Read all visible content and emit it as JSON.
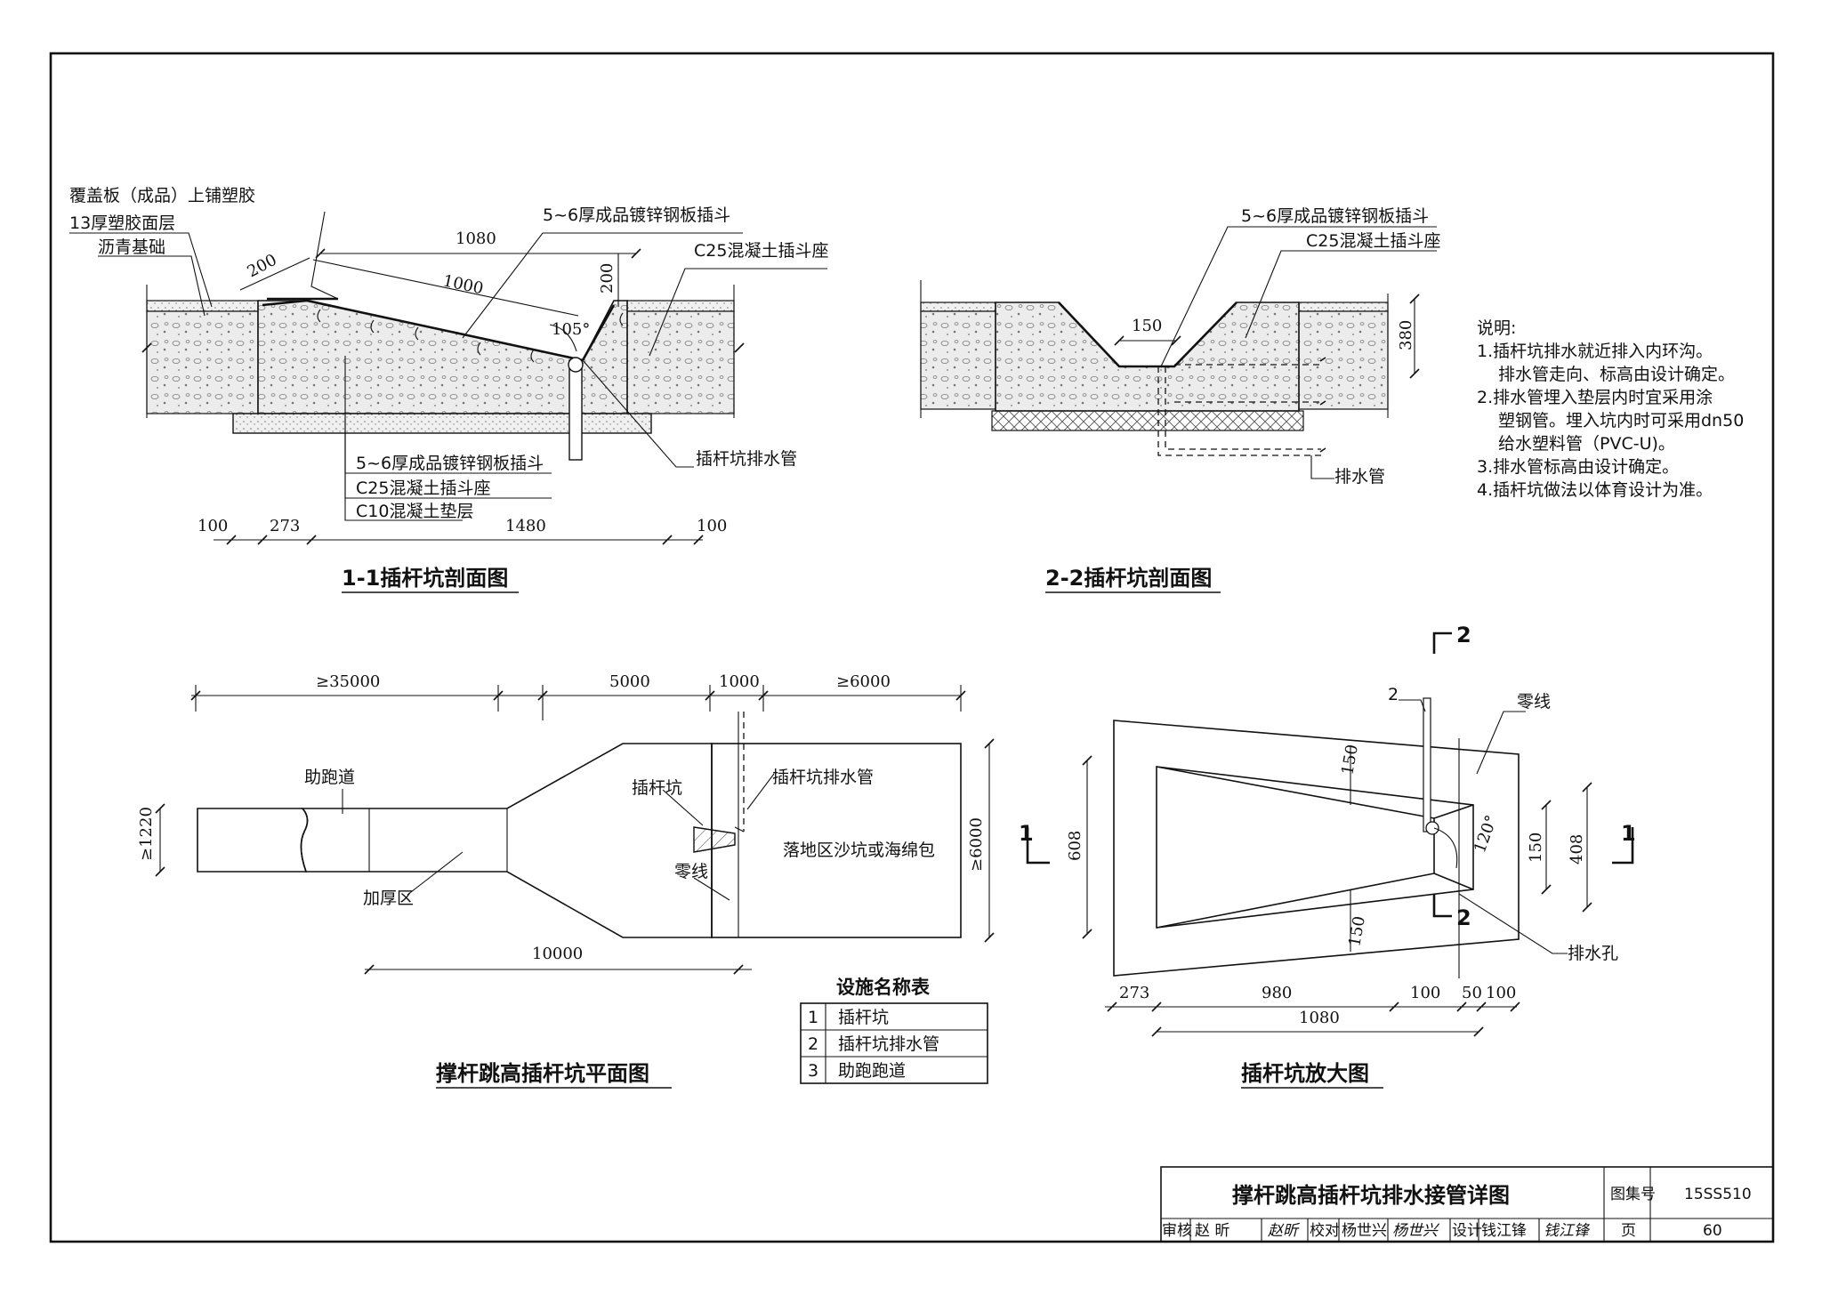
{
  "section11": {
    "labels": {
      "cover": "覆盖板（成品）上铺塑胶",
      "rubber": "13厚塑胶面层",
      "asphalt": "沥青基础",
      "hopper_top": "5~6厚成品镀锌钢板插斗",
      "c25_top": "C25混凝土插斗座",
      "hopper_bottom": "5~6厚成品镀锌钢板插斗",
      "c25_bottom": "C25混凝土插斗座",
      "c10": "C10混凝土垫层",
      "drain_pipe": "插杆坑排水管"
    },
    "dims": {
      "d1080": "1080",
      "d200a": "200",
      "d1000": "1000",
      "d200b": "200",
      "ang105": "105°",
      "b100a": "100",
      "b273": "273",
      "b1480": "1480",
      "b100b": "100"
    },
    "title": "1-1插杆坑剖面图"
  },
  "section22": {
    "labels": {
      "hopper": "5~6厚成品镀锌钢板插斗",
      "c25": "C25混凝土插斗座",
      "drain": "排水管"
    },
    "dims": {
      "d150": "150",
      "d380": "380"
    },
    "title": "2-2插杆坑剖面图"
  },
  "notes": {
    "heading": "说明:",
    "lines": [
      "1.插杆坑排水就近排入内环沟。",
      "排水管走向、标高由设计确定。",
      "2.排水管埋入垫层内时宜采用涂",
      "塑钢管。埋入坑内时可采用dn50",
      "给水塑料管（PVC-U)。",
      "3.排水管标高由设计确定。",
      "4.插杆坑做法以体育设计为准。"
    ]
  },
  "plan": {
    "dims": {
      "d35000": "≥35000",
      "d5000": "5000",
      "d1000": "1000",
      "d6000top": "≥6000",
      "d1220": "≥1220",
      "d6000side": "≥6000",
      "d10000": "10000"
    },
    "labels": {
      "runway": "助跑道",
      "thick_zone": "加厚区",
      "pit": "插杆坑",
      "drain": "插杆坑排水管",
      "landing": "落地区沙坑或海绵包",
      "zero": "零线"
    },
    "title": "撑杆跳高插杆坑平面图"
  },
  "legend": {
    "heading": "设施名称表",
    "rows": [
      {
        "no": "1",
        "name": "插杆坑"
      },
      {
        "no": "2",
        "name": "插杆坑排水管"
      },
      {
        "no": "3",
        "name": "助跑跑道"
      }
    ]
  },
  "enlarged": {
    "labels": {
      "sec2top": "2",
      "sec2bottom": "2",
      "sec2small": "2",
      "zero": "零线",
      "sec1left": "1",
      "sec1right": "1",
      "hole": "排水孔"
    },
    "dims": {
      "d150top": "150",
      "d608": "608",
      "ang120": "120°",
      "d150mid": "150",
      "d408": "408",
      "d150bot": "150",
      "b273": "273",
      "b980": "980",
      "b100": "100",
      "b50": "50",
      "b100b": "100",
      "b1080": "1080"
    },
    "title": "插杆坑放大图"
  },
  "titleblock": {
    "title": "撑杆跳高插杆坑排水接管详图",
    "atlas_label": "图集号",
    "atlas_no": "15SS510",
    "review_label": "审核",
    "review_name": "赵 昕",
    "review_sig": "赵昕",
    "check_label": "校对",
    "check_name": "杨世兴",
    "check_sig": "杨世兴",
    "design_label": "设计",
    "design_name": "钱江锋",
    "design_sig": "钱江锋",
    "page_label": "页",
    "page_no": "60"
  }
}
